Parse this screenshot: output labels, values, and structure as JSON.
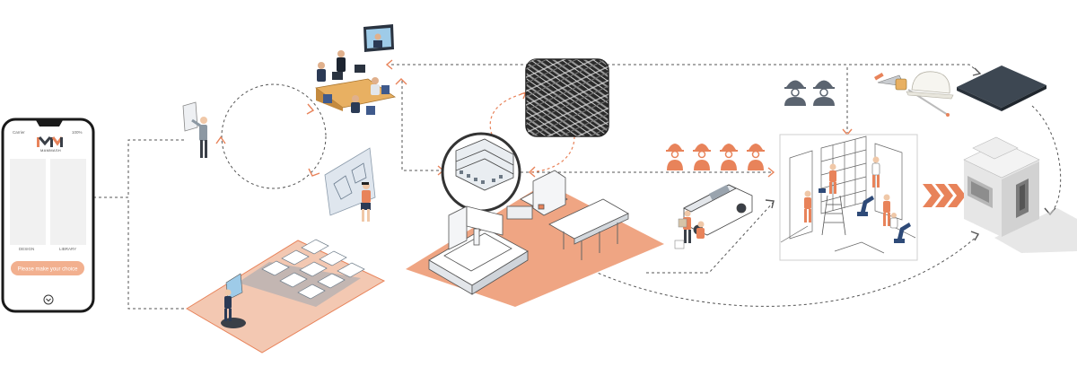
{
  "phone": {
    "status_left": "Carrier",
    "status_right": "100%",
    "logo_sub": "MAMMASH",
    "tiles": {
      "design_label": "DESIGN",
      "library_label": "LIBRARY"
    },
    "choice_button_label": "Please make your choice"
  },
  "colors": {
    "accent": "#E8835A",
    "accent_light": "#F2B08F",
    "platform": "#EFA583",
    "dark": "#3a3f47",
    "slab": "#3d4752",
    "line": "#555555"
  },
  "icons": [
    "smartphone-icon",
    "meeting-team-icon",
    "video-screen-icon",
    "touchscreen-user-icon",
    "vr-user-icon",
    "scrap-metal-photo-icon",
    "cnc-machine-icon",
    "conveyor-line-icon",
    "factory-building-icon",
    "delivery-van-icon",
    "worker-icon",
    "engineer-icon",
    "construction-tools-icon",
    "hard-hat-icon",
    "slab-icon",
    "robot-arm-icon",
    "finished-building-icon",
    "chevron-right-icon"
  ]
}
